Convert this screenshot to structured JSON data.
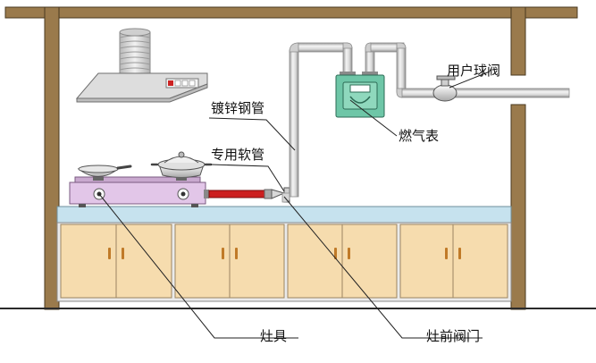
{
  "labels": {
    "galvanized_pipe": "镀锌钢管",
    "gas_meter": "燃气表",
    "user_ball_valve": "用户球阀",
    "dedicated_hose": "专用软管",
    "stove": "灶具",
    "stove_front_valve": "灶前阀门"
  },
  "colors": {
    "wall": "#9a7a4c",
    "floor": "#2a2a2a",
    "pipe": "#dcdcdc",
    "pipe_edge": "#8c8c8c",
    "meter": "#6ec6a7",
    "countertop": "#c6e2ee",
    "cabinet": "#f6dcae",
    "stove_body": "#e2c6e8",
    "hose": "#cc1f1f",
    "hood": "#dddddd"
  }
}
